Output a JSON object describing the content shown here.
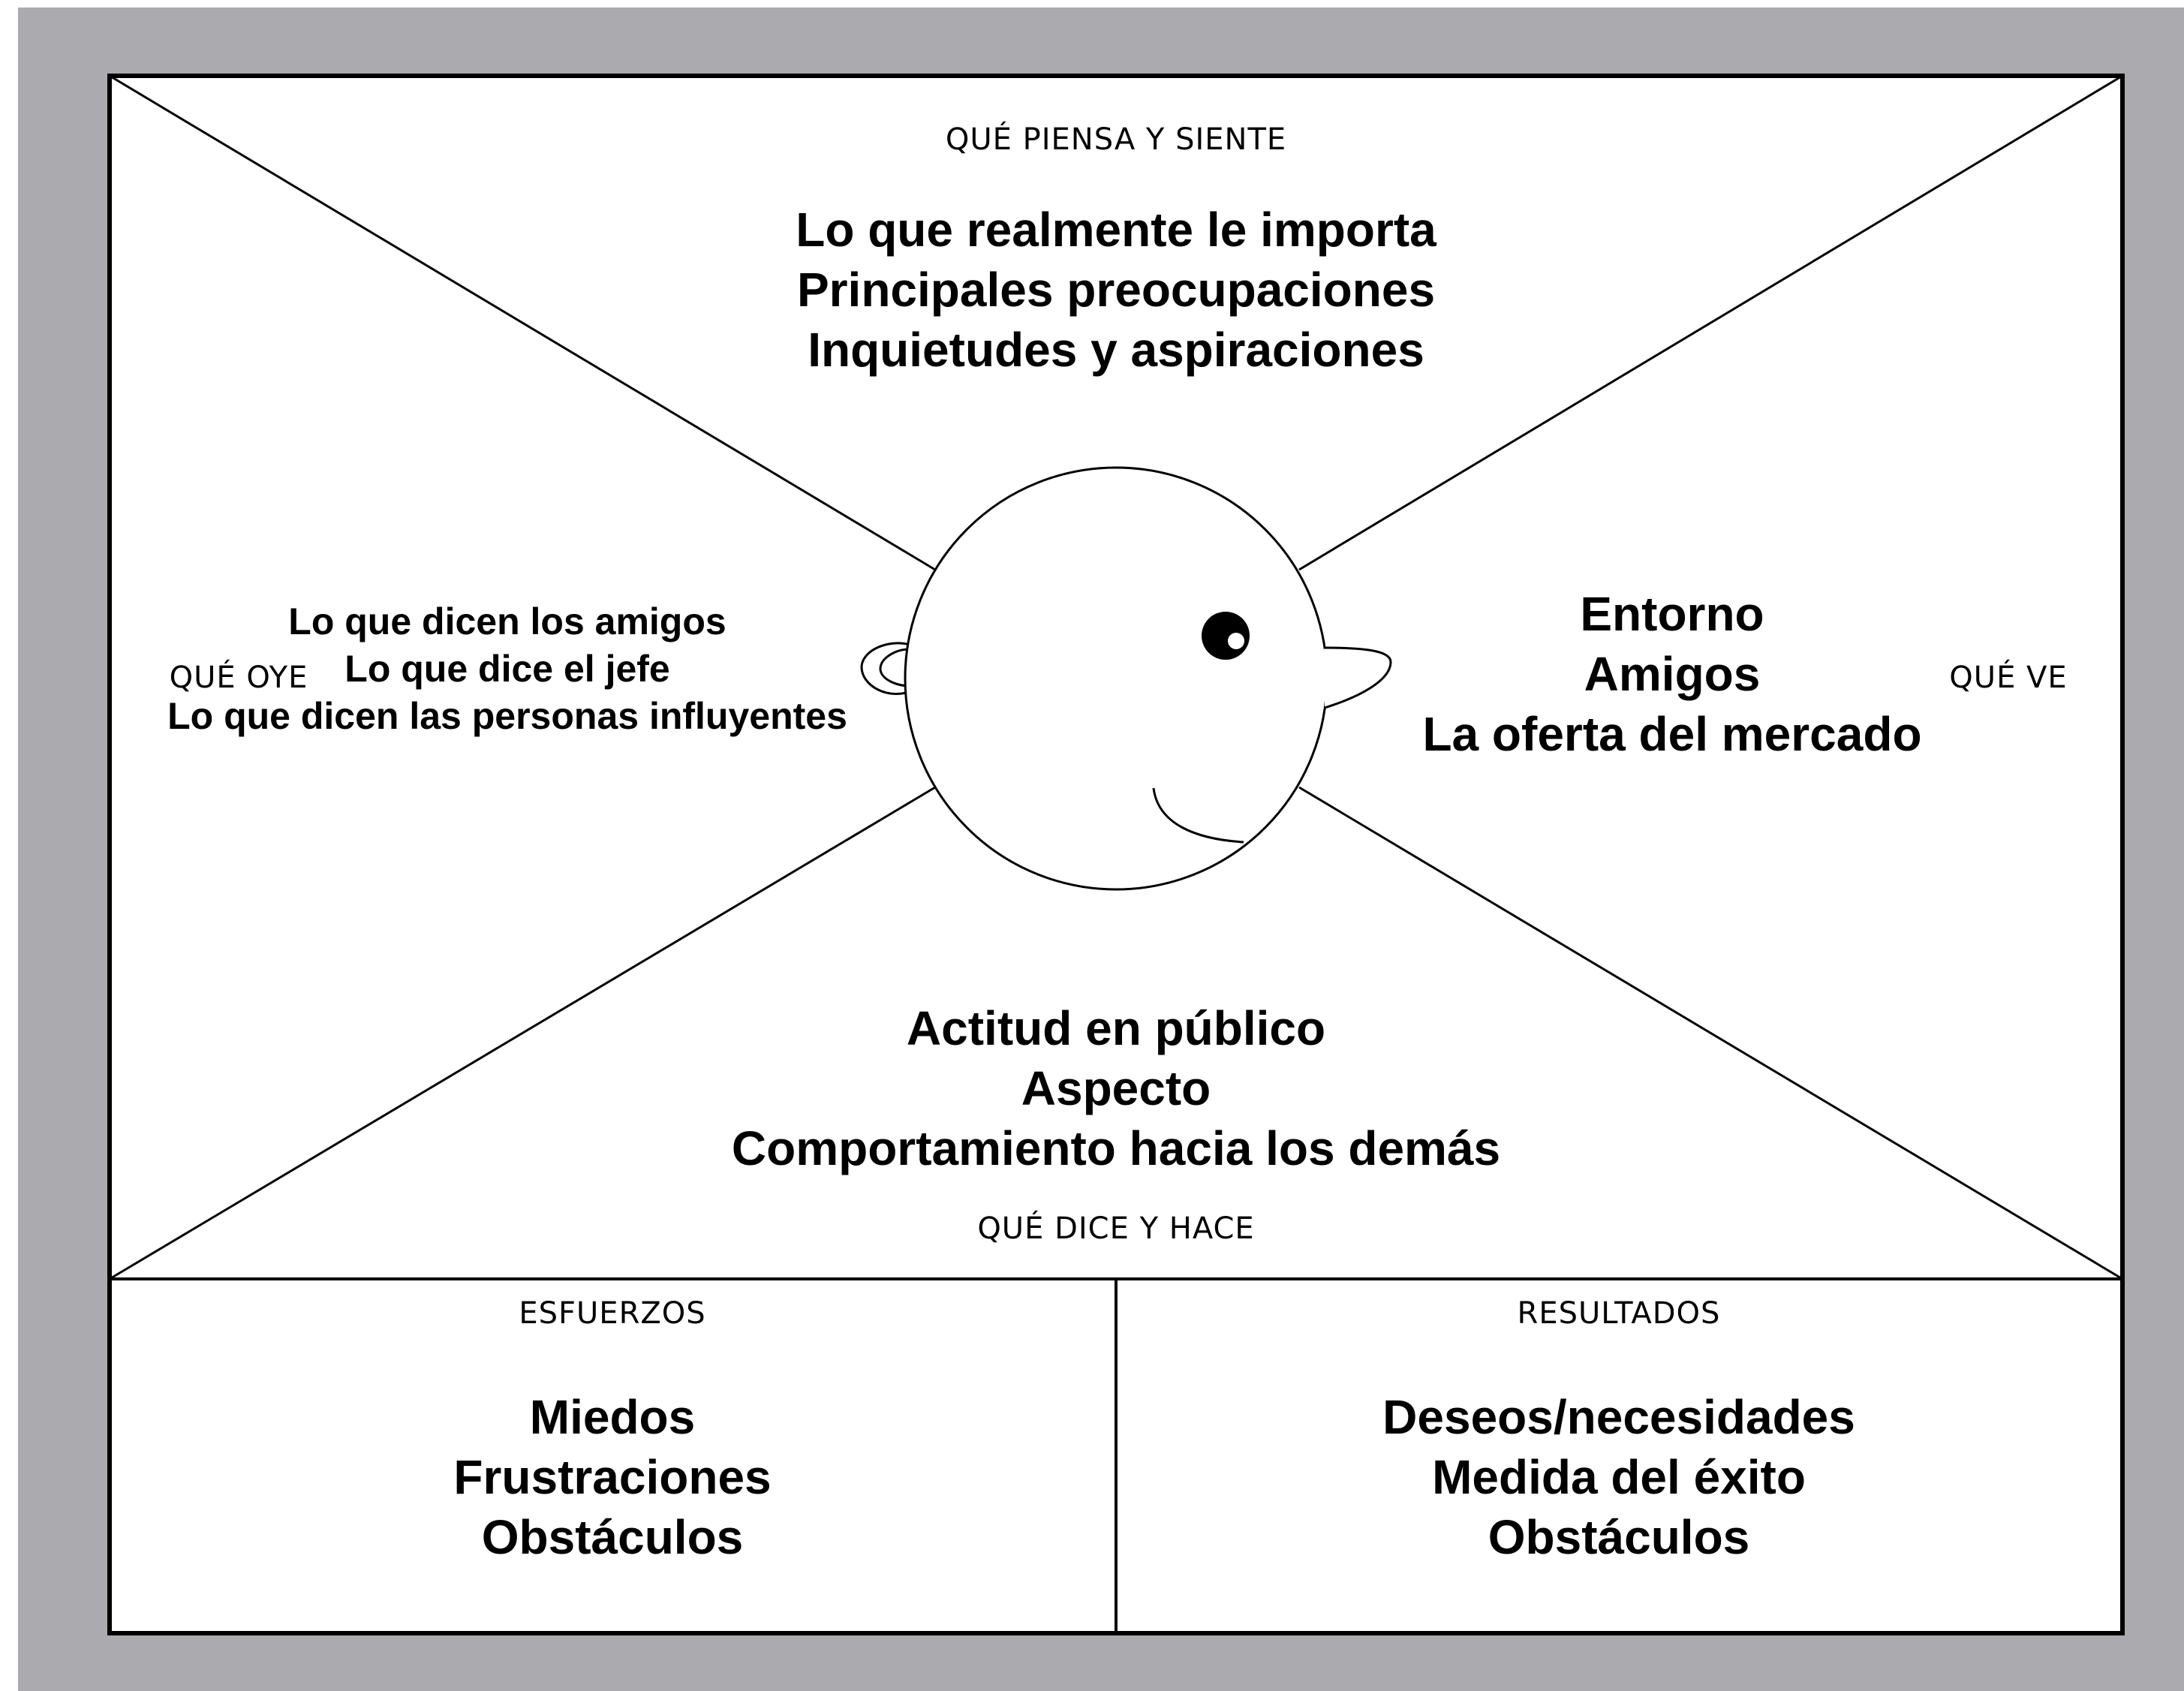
{
  "colors": {
    "backdrop": "#abaaaf",
    "board": "#ffffff",
    "ink": "#000000"
  },
  "sections": {
    "think_feel": {
      "title": "QUÉ PIENSA Y SIENTE",
      "lines": [
        "Lo que realmente le importa",
        "Principales preocupaciones",
        "Inquietudes y aspiraciones"
      ]
    },
    "hear": {
      "title": "QUÉ OYE",
      "lines": [
        "Lo que dicen los amigos",
        "Lo que dice el jefe",
        "Lo que dicen las personas influyentes"
      ]
    },
    "see": {
      "title": "QUÉ VE",
      "lines": [
        "Entorno",
        "Amigos",
        "La oferta del mercado"
      ]
    },
    "say_do": {
      "title": "QUÉ DICE Y HACE",
      "lines": [
        "Actitud en público",
        "Aspecto",
        "Comportamiento hacia los demás"
      ]
    },
    "efforts": {
      "title": "ESFUERZOS",
      "lines": [
        "Miedos",
        "Frustraciones",
        "Obstáculos"
      ]
    },
    "results": {
      "title": "RESULTADOS",
      "lines": [
        "Deseos/necesidades",
        "Medida del éxito",
        "Obstáculos"
      ]
    }
  }
}
